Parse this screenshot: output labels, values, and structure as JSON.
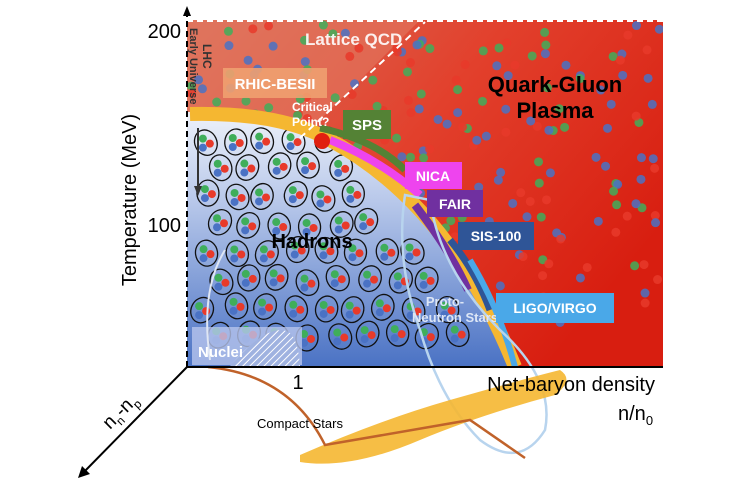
{
  "axes": {
    "y_title": "Temperature (MeV)",
    "y_ticks": [
      "200",
      "100"
    ],
    "x_tick": "1",
    "x_title": "Net-baryon density",
    "x_unit": "n/n",
    "x_unit_sub": "0",
    "z_title": "n",
    "z_sub_n": "n",
    "z_dash": "-n",
    "z_sub_p": "p"
  },
  "regions": {
    "lattice": "Lattice QCD",
    "qgp_line1": "Quark-Gluon",
    "qgp_line2": "Plasma",
    "hadrons": "Hadrons",
    "nuclei": "Nuclei",
    "lhc": "LHC",
    "early_universe": "Early Universe",
    "critical_line1": "Critical",
    "critical_line2": "Point?",
    "proto_line1": "Proto-",
    "proto_line2": "Neutron Stars",
    "compact_stars": "Compact Stars"
  },
  "experiments": [
    {
      "label": "RHIC-BESII",
      "color": "#f0a070"
    },
    {
      "label": "SPS",
      "color": "#548235"
    },
    {
      "label": "NICA",
      "color": "#ee44ee"
    },
    {
      "label": "FAIR",
      "color": "#7030a0"
    },
    {
      "label": "SIS-100",
      "color": "#2f5597"
    },
    {
      "label": "LIGO/VIRGO",
      "color": "#4aa8e8"
    }
  ],
  "colors": {
    "qgp": "#e03020",
    "hadron": "#4a72c4",
    "phase_band": "#f5b731",
    "compact_line": "#c0622a"
  }
}
